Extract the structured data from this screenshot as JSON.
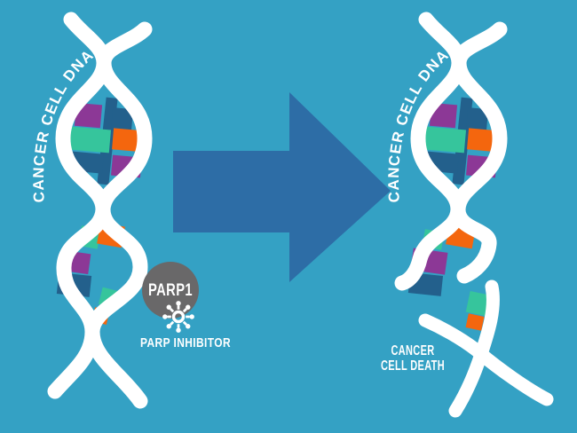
{
  "colors": {
    "background": "#34a1c4",
    "strand_white": "#ffffff",
    "arrow_blue": "#2d6da6",
    "circle_gray": "#696869",
    "base_purple": "#8c3896",
    "base_blue": "#23608c",
    "base_green": "#36c59c",
    "base_orange": "#f4660e",
    "text_white": "#ffffff"
  },
  "icons": {
    "parp_inhibitor": "asterisk-burst-icon"
  },
  "left_helix": {
    "label": "CANCER CELL DNA"
  },
  "right_helix": {
    "label": "CANCER CELL DNA"
  },
  "parp": {
    "protein_label": "PARP1",
    "inhibitor_label": "PARP INHIBITOR"
  },
  "outcome": {
    "line1": "CANCER",
    "line2": "CELL DEATH"
  }
}
